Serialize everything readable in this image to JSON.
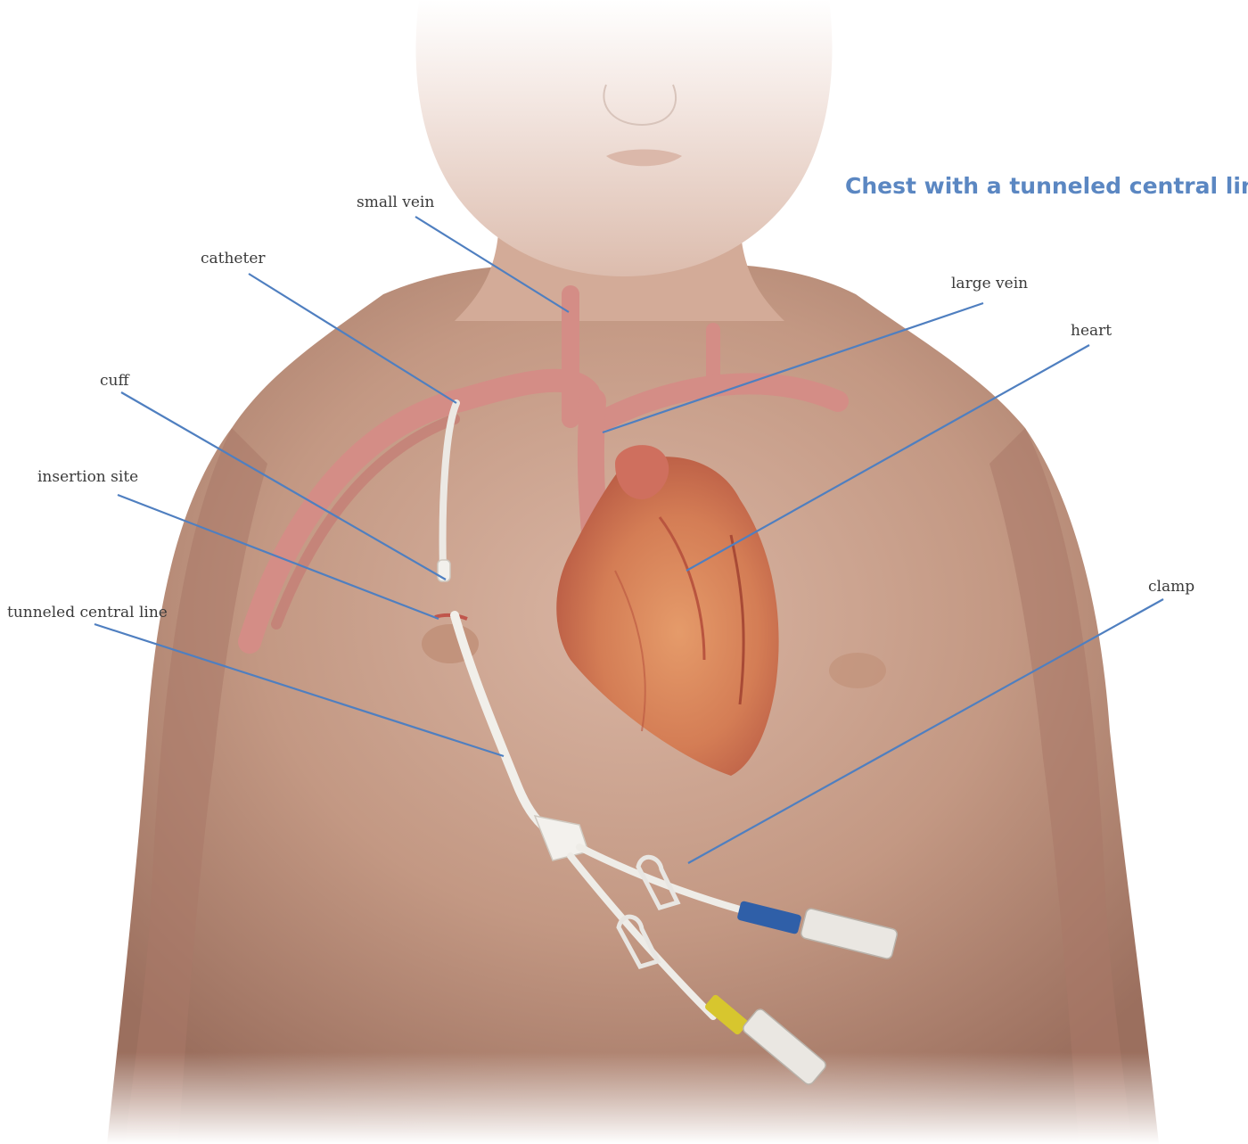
{
  "title": "Chest with a tunneled central line",
  "labels": {
    "small_vein": "small vein",
    "catheter": "catheter",
    "large_vein": "large vein",
    "heart": "heart",
    "cuff": "cuff",
    "insertion_site": "insertion site",
    "tunneled_central_line": "tunneled central line",
    "clamp": "clamp"
  },
  "colors": {
    "title": "#5b87c2",
    "leader_line": "#4f7fc0",
    "skin": "#c89a86",
    "vein": "#d38a83",
    "heart": "#d9805c",
    "catheter": "#eceae6",
    "blue_hub": "#2f5fa8",
    "yellow_hub": "#d7c62e"
  }
}
